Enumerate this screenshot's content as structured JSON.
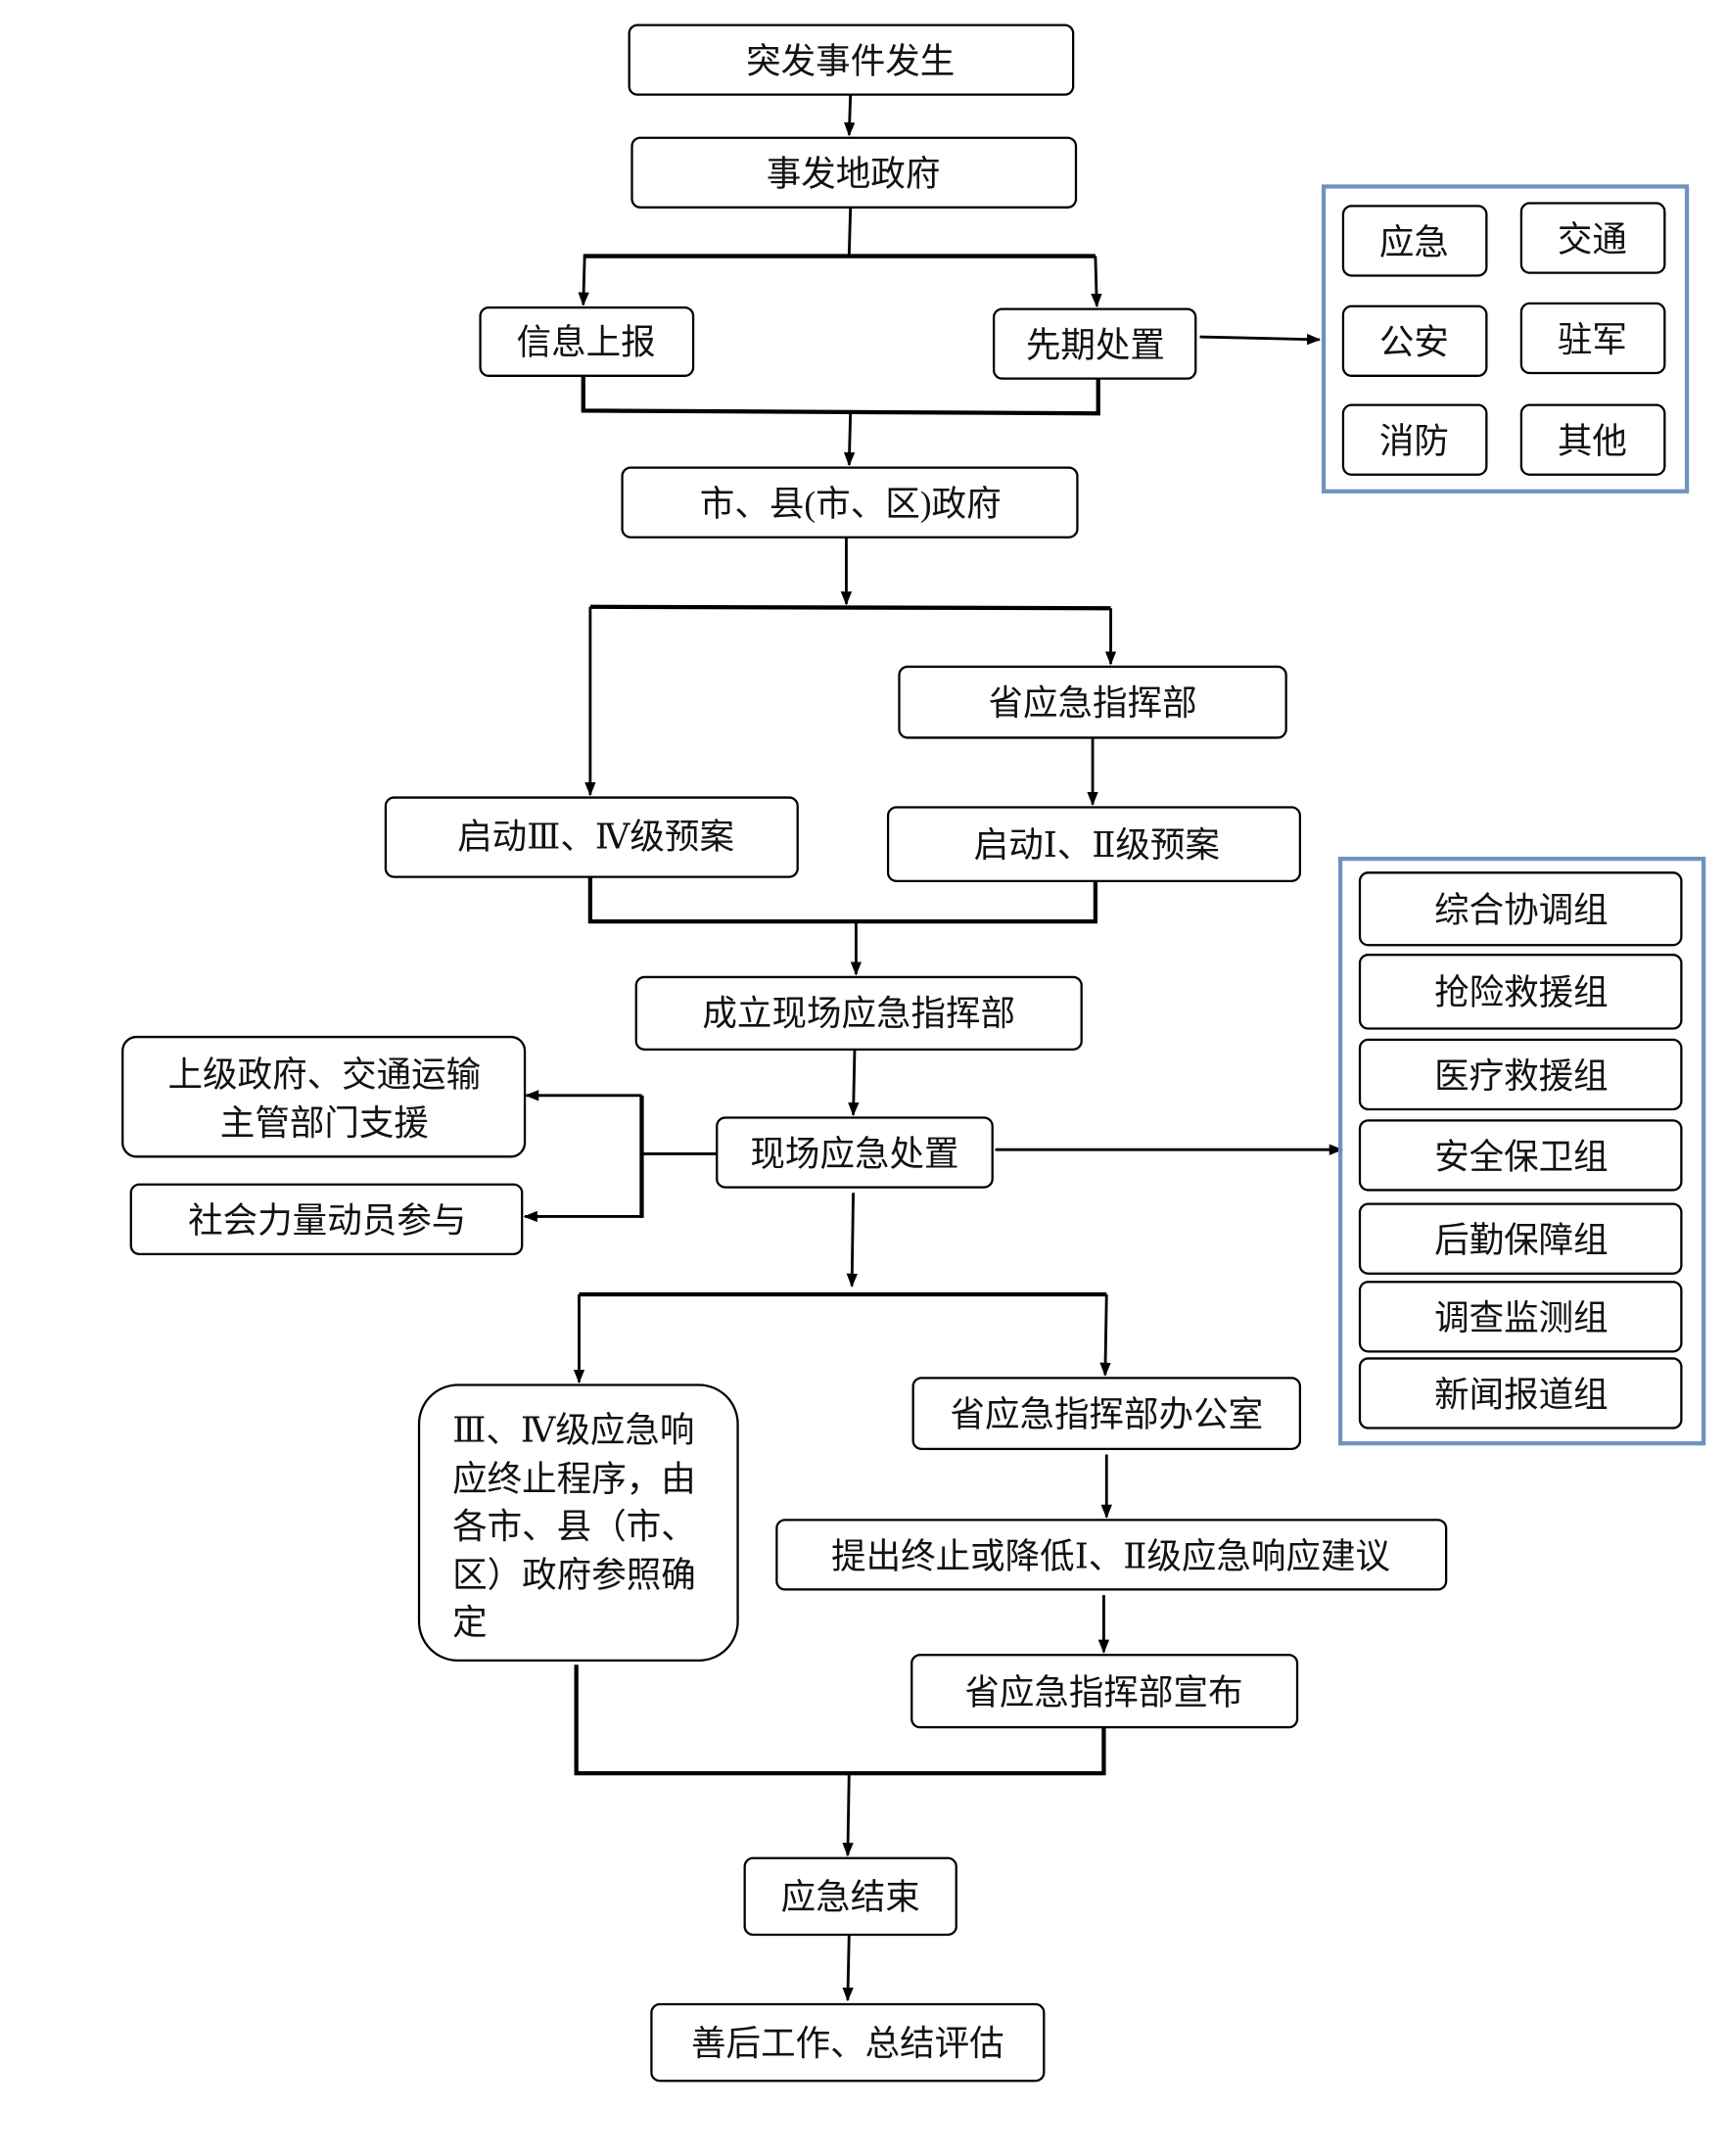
{
  "nodes": {
    "event": "突发事件发生",
    "local_gov": "事发地政府",
    "info_report": "信息上报",
    "initial_response": "先期处置",
    "city_county_gov": "市、县(市、区)政府",
    "provincial_hq": "省应急指挥部",
    "plan_3_4": "启动Ⅲ、Ⅳ级预案",
    "plan_1_2": "启动Ⅰ、Ⅱ级预案",
    "site_hq": "成立现场应急指挥部",
    "site_response": "现场应急处置",
    "superior_support": [
      "上级政府、交通运输",
      "主管部门支援"
    ],
    "social_forces": "社会力量动员参与",
    "termination_3_4": [
      "Ⅲ、Ⅳ级应急响",
      "应终止程序，由",
      "各市、县（市、",
      "区）政府参照确",
      "定"
    ],
    "provincial_office": "省应急指挥部办公室",
    "proposal": "提出终止或降低Ⅰ、Ⅱ级应急响应建议",
    "provincial_announce": "省应急指挥部宣布",
    "end": "应急结束",
    "aftermath": "善后工作、总结评估"
  },
  "initial_units": [
    "应急",
    "交通",
    "公安",
    "驻军",
    "消防",
    "其他"
  ],
  "working_groups": [
    "综合协调组",
    "抢险救援组",
    "医疗救援组",
    "安全保卫组",
    "后勤保障组",
    "调查监测组",
    "新闻报道组"
  ],
  "colors": {
    "group_border": "#6e93bf",
    "line": "#000000"
  }
}
